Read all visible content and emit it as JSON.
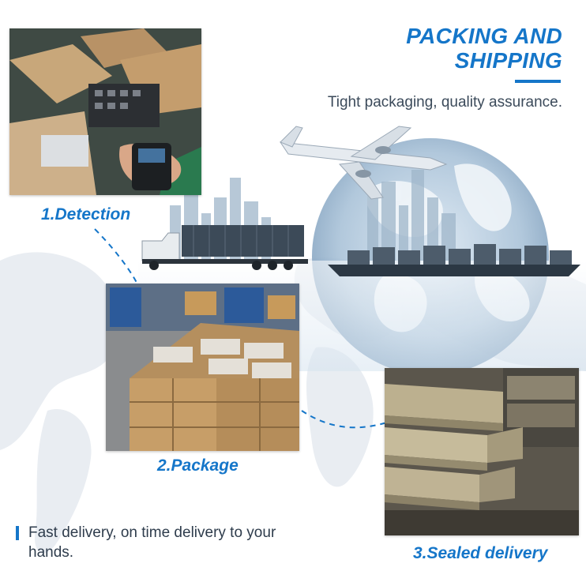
{
  "header": {
    "title_line1": "PACKING AND",
    "title_line2": "SHIPPING",
    "subtitle": "Tight packaging, quality assurance."
  },
  "steps": [
    {
      "label": "1.Detection"
    },
    {
      "label": "2.Package"
    },
    {
      "label": "3.Sealed delivery"
    }
  ],
  "footer": {
    "text": "Fast delivery, on time delivery to your hands."
  },
  "colors": {
    "accent": "#1576c9",
    "text": "#3b4a5a"
  }
}
